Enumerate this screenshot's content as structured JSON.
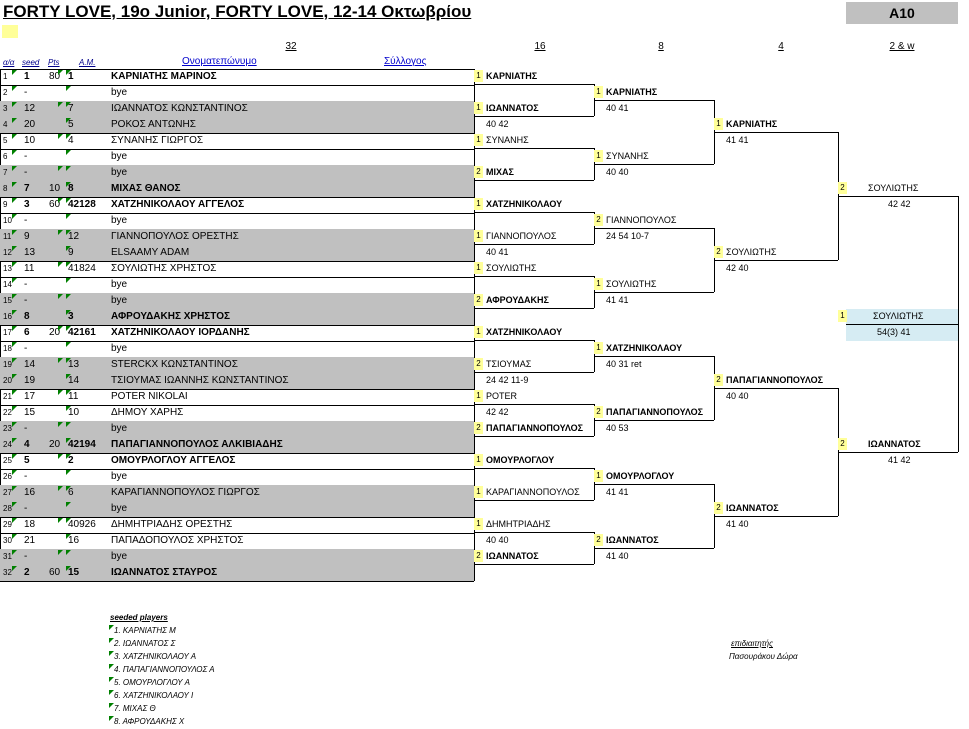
{
  "title": "FORTY LOVE, 19ο Junior, FORTY LOVE, 12-14 Οκτωβρίου",
  "code": "A10",
  "headers": {
    "oa": "α/α",
    "seed": "seed",
    "pts": "Pts",
    "am": "A.M.",
    "name": "Ονοματεπώνυμο",
    "club": "Σύλλογος",
    "r32": "32",
    "r16": "16",
    "r8": "8",
    "r4": "4",
    "final": "2 & w"
  },
  "players": [
    {
      "n": "1",
      "seed": "1",
      "pts": "80",
      "am": "1",
      "name": "ΚΑΡΝΙΑΤΗΣ ΜΑΡΙΝΟΣ",
      "bold": true
    },
    {
      "n": "2",
      "seed": "-",
      "pts": "",
      "am": "",
      "name": "bye",
      "bold": false
    },
    {
      "n": "3",
      "seed": "12",
      "pts": "",
      "am": "7",
      "name": "ΙΩΑΝΝΑΤΟΣ ΚΩΝΣΤΑΝΤΙΝΟΣ",
      "bold": false
    },
    {
      "n": "4",
      "seed": "20",
      "pts": "",
      "am": "5",
      "name": "ΡΟΚΟΣ ΑΝΤΩΝΗΣ",
      "bold": false
    },
    {
      "n": "5",
      "seed": "10",
      "pts": "",
      "am": "4",
      "name": "ΣΥΝΑΝΗΣ ΓΙΩΡΓΟΣ",
      "bold": false
    },
    {
      "n": "6",
      "seed": "-",
      "pts": "",
      "am": "",
      "name": "bye",
      "bold": false
    },
    {
      "n": "7",
      "seed": "-",
      "pts": "",
      "am": "",
      "name": "bye",
      "bold": false
    },
    {
      "n": "8",
      "seed": "7",
      "pts": "10",
      "am": "8",
      "name": "ΜΙΧΑΣ ΘΑΝΟΣ",
      "bold": true
    },
    {
      "n": "9",
      "seed": "3",
      "pts": "60",
      "am": "42128",
      "name": "ΧΑΤΖΗΝΙΚΟΛΑΟΥ ΑΓΓΕΛΟΣ",
      "bold": true
    },
    {
      "n": "10",
      "seed": "-",
      "pts": "",
      "am": "",
      "name": "bye",
      "bold": false
    },
    {
      "n": "11",
      "seed": "9",
      "pts": "",
      "am": "12",
      "name": "ΓΙΑΝΝΟΠΟΥΛΟΣ ΟΡΕΣΤΗΣ",
      "bold": false
    },
    {
      "n": "12",
      "seed": "13",
      "pts": "",
      "am": "9",
      "name": "ELSAAMY ADAM",
      "bold": false
    },
    {
      "n": "13",
      "seed": "11",
      "pts": "",
      "am": "41824",
      "name": "ΣΟΥΛΙΩΤΗΣ ΧΡΗΣΤΟΣ",
      "bold": false
    },
    {
      "n": "14",
      "seed": "-",
      "pts": "",
      "am": "",
      "name": "bye",
      "bold": false
    },
    {
      "n": "15",
      "seed": "-",
      "pts": "",
      "am": "",
      "name": "bye",
      "bold": false
    },
    {
      "n": "16",
      "seed": "8",
      "pts": "",
      "am": "3",
      "name": "ΑΦΡΟΥΔΑΚΗΣ ΧΡΗΣΤΟΣ",
      "bold": true
    },
    {
      "n": "17",
      "seed": "6",
      "pts": "20",
      "am": "42161",
      "name": "ΧΑΤΖΗΝΙΚΟΛΑΟΥ ΙΟΡΔΑΝΗΣ",
      "bold": true
    },
    {
      "n": "18",
      "seed": "-",
      "pts": "",
      "am": "",
      "name": "bye",
      "bold": false
    },
    {
      "n": "19",
      "seed": "14",
      "pts": "",
      "am": "13",
      "name": "STERCKX ΚΩΝΣΤΑΝΤΙΝΟΣ",
      "bold": false
    },
    {
      "n": "20",
      "seed": "19",
      "pts": "",
      "am": "14",
      "name": "ΤΣΙΟΥΜΑΣ ΙΩΑΝΝΗΣ ΚΩΝΣΤΑΝΤΙΝΟΣ",
      "bold": false
    },
    {
      "n": "21",
      "seed": "17",
      "pts": "",
      "am": "11",
      "name": "POTER NIKOLAI",
      "bold": false
    },
    {
      "n": "22",
      "seed": "15",
      "pts": "",
      "am": "10",
      "name": "ΔΗΜΟΥ ΧΑΡΗΣ",
      "bold": false
    },
    {
      "n": "23",
      "seed": "-",
      "pts": "",
      "am": "",
      "name": "bye",
      "bold": false
    },
    {
      "n": "24",
      "seed": "4",
      "pts": "20",
      "am": "42194",
      "name": "ΠΑΠΑΓΙΑΝΝΟΠΟΥΛΟΣ ΑΛΚΙΒΙΑΔΗΣ",
      "bold": true
    },
    {
      "n": "25",
      "seed": "5",
      "pts": "",
      "am": "2",
      "name": "ΟΜΟΥΡΛΟΓΛΟΥ ΑΓΓΕΛΟΣ",
      "bold": true
    },
    {
      "n": "26",
      "seed": "-",
      "pts": "",
      "am": "",
      "name": "bye",
      "bold": false
    },
    {
      "n": "27",
      "seed": "16",
      "pts": "",
      "am": "6",
      "name": "ΚΑΡΑΓΙΑΝΝΟΠΟΥΛΟΣ ΓΙΩΡΓΟΣ",
      "bold": false
    },
    {
      "n": "28",
      "seed": "-",
      "pts": "",
      "am": "",
      "name": "bye",
      "bold": false
    },
    {
      "n": "29",
      "seed": "18",
      "pts": "",
      "am": "40926",
      "name": "ΔΗΜΗΤΡΙΑΔΗΣ ΟΡΕΣΤΗΣ",
      "bold": false
    },
    {
      "n": "30",
      "seed": "21",
      "pts": "",
      "am": "16",
      "name": "ΠΑΠΑΔΟΠΟΥΛΟΣ ΧΡΗΣΤΟΣ",
      "bold": false
    },
    {
      "n": "31",
      "seed": "-",
      "pts": "",
      "am": "",
      "name": "bye",
      "bold": false
    },
    {
      "n": "32",
      "seed": "2",
      "pts": "60",
      "am": "15",
      "name": "ΙΩΑΝΝΑΤΟΣ ΣΤΑΥΡΟΣ",
      "bold": true
    }
  ],
  "r16": [
    {
      "pos": "1",
      "name": "ΚΑΡΝΙΑΤΗΣ",
      "score": "",
      "bold": true
    },
    {
      "pos": "1",
      "name": "ΙΩΑΝΝΑΤΟΣ",
      "score": "40 42",
      "bold": true
    },
    {
      "pos": "1",
      "name": "ΣΥΝΑΝΗΣ",
      "score": "",
      "bold": false
    },
    {
      "pos": "2",
      "name": "ΜΙΧΑΣ",
      "score": "",
      "bold": true
    },
    {
      "pos": "1",
      "name": "ΧΑΤΖΗΝΙΚΟΛΑΟΥ",
      "score": "",
      "bold": true
    },
    {
      "pos": "1",
      "name": "ΓΙΑΝΝΟΠΟΥΛΟΣ",
      "score": "40 41",
      "bold": false
    },
    {
      "pos": "1",
      "name": "ΣΟΥΛΙΩΤΗΣ",
      "score": "",
      "bold": false
    },
    {
      "pos": "2",
      "name": "ΑΦΡΟΥΔΑΚΗΣ",
      "score": "",
      "bold": true
    },
    {
      "pos": "1",
      "name": "ΧΑΤΖΗΝΙΚΟΛΑΟΥ",
      "score": "",
      "bold": true
    },
    {
      "pos": "2",
      "name": "ΤΣΙΟΥΜΑΣ",
      "score": "24 42 11-9",
      "bold": false
    },
    {
      "pos": "1",
      "name": "POTER",
      "score": "42 42",
      "bold": false
    },
    {
      "pos": "2",
      "name": "ΠΑΠΑΓΙΑΝΝΟΠΟΥΛΟΣ",
      "score": "",
      "bold": true
    },
    {
      "pos": "1",
      "name": "ΟΜΟΥΡΛΟΓΛΟΥ",
      "score": "",
      "bold": true
    },
    {
      "pos": "1",
      "name": "ΚΑΡΑΓΙΑΝΝΟΠΟΥΛΟΣ",
      "score": "",
      "bold": false
    },
    {
      "pos": "1",
      "name": "ΔΗΜΗΤΡΙΑΔΗΣ",
      "score": "40 40",
      "bold": false
    },
    {
      "pos": "2",
      "name": "ΙΩΑΝΝΑΤΟΣ",
      "score": "",
      "bold": true
    }
  ],
  "r8": [
    {
      "pos": "1",
      "name": "ΚΑΡΝΙΑΤΗΣ",
      "score": "40 41",
      "bold": true
    },
    {
      "pos": "1",
      "name": "ΣΥΝΑΝΗΣ",
      "score": "40 40",
      "bold": false
    },
    {
      "pos": "2",
      "name": "ΓΙΑΝΝΟΠΟΥΛΟΣ",
      "score": "24 54 10-7",
      "bold": false
    },
    {
      "pos": "1",
      "name": "ΣΟΥΛΙΩΤΗΣ",
      "score": "41 41",
      "bold": false
    },
    {
      "pos": "1",
      "name": "ΧΑΤΖΗΝΙΚΟΛΑΟΥ",
      "score": "40 31 ret",
      "bold": true
    },
    {
      "pos": "2",
      "name": "ΠΑΠΑΓΙΑΝΝΟΠΟΥΛΟΣ",
      "score": "40 53",
      "bold": true
    },
    {
      "pos": "1",
      "name": "ΟΜΟΥΡΛΟΓΛΟΥ",
      "score": "41 41",
      "bold": true
    },
    {
      "pos": "2",
      "name": "ΙΩΑΝΝΑΤΟΣ",
      "score": "41 40",
      "bold": true
    }
  ],
  "r4": [
    {
      "pos": "1",
      "name": "ΚΑΡΝΙΑΤΗΣ",
      "score": "41 41",
      "bold": true
    },
    {
      "pos": "2",
      "name": "ΣΟΥΛΙΩΤΗΣ",
      "score": "42 40",
      "bold": false
    },
    {
      "pos": "2",
      "name": "ΠΑΠΑΓΙΑΝΝΟΠΟΥΛΟΣ",
      "score": "40 40",
      "bold": true
    },
    {
      "pos": "2",
      "name": "ΙΩΑΝΝΑΤΟΣ",
      "score": "41 40",
      "bold": true
    }
  ],
  "r2": [
    {
      "pos": "2",
      "name": "ΣΟΥΛΙΩΤΗΣ",
      "score": "42 42",
      "bold": false
    },
    {
      "pos": "2",
      "name": "ΙΩΑΝΝΑΤΟΣ",
      "score": "41 42",
      "bold": true
    }
  ],
  "winner": {
    "pos": "1",
    "name": "ΣΟΥΛΙΩΤΗΣ",
    "score": "54(3) 41"
  },
  "seeded": {
    "title": "seeded players",
    "list": [
      "1. ΚΑΡΝΙΑΤΗΣ Μ",
      "2. ΙΩΑΝΝΑΤΟΣ Σ",
      "3. ΧΑΤΖΗΝΙΚΟΛΑΟΥ Α",
      "4. ΠΑΠΑΓΙΑΝΝΟΠΟΥΛΟΣ Α",
      "5. ΟΜΟΥΡΛΟΓΛΟΥ Α",
      "6. ΧΑΤΖΗΝΙΚΟΛΑΟΥ Ι",
      "7. ΜΙΧΑΣ Θ",
      "8. ΑΦΡΟΥΔΑΚΗΣ Χ"
    ]
  },
  "referee": {
    "label": "επιδιαιτητής",
    "name": "Πασουράκου Δώρα"
  }
}
